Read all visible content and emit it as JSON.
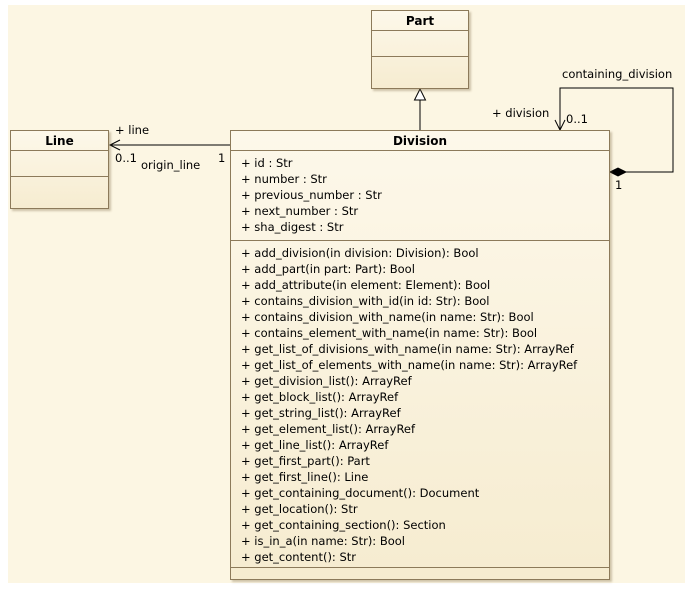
{
  "classes": {
    "part": {
      "name": "Part"
    },
    "line": {
      "name": "Line"
    },
    "division": {
      "name": "Division",
      "attributes": [
        "+ id : Str",
        "+ number : Str",
        "+ previous_number : Str",
        "+ next_number : Str",
        "+ sha_digest : Str"
      ],
      "operations": [
        "+ add_division(in division: Division): Bool",
        "+ add_part(in part: Part): Bool",
        "+ add_attribute(in element: Element): Bool",
        "+ contains_division_with_id(in id: Str): Bool",
        "+ contains_division_with_name(in name: Str): Bool",
        "+ contains_element_with_name(in name: Str): Bool",
        "+ get_list_of_divisions_with_name(in name: Str): ArrayRef",
        "+ get_list_of_elements_with_name(in name: Str): ArrayRef",
        "+ get_division_list(): ArrayRef",
        "+ get_block_list(): ArrayRef",
        "+ get_string_list(): ArrayRef",
        "+ get_element_list(): ArrayRef",
        "+ get_line_list(): ArrayRef",
        "+ get_first_part(): Part",
        "+ get_first_line(): Line",
        "+ get_containing_document(): Document",
        "+ get_location(): Str",
        "+ get_containing_section(): Section",
        "+ is_in_a(in name: Str): Bool",
        "+ get_content(): Str"
      ]
    }
  },
  "associations": {
    "line_division": {
      "role_line": "+ line",
      "mult_line": "0..1",
      "name": "origin_line",
      "mult_division": "1"
    },
    "self_division": {
      "name": "containing_division",
      "role": "+ division",
      "mult_target": "0..1",
      "mult_source": "1"
    }
  },
  "colors": {
    "background": "#fcf6e3",
    "class_fill": "#f6ecd0",
    "border": "#8c7a5a",
    "edge": "#000000"
  }
}
